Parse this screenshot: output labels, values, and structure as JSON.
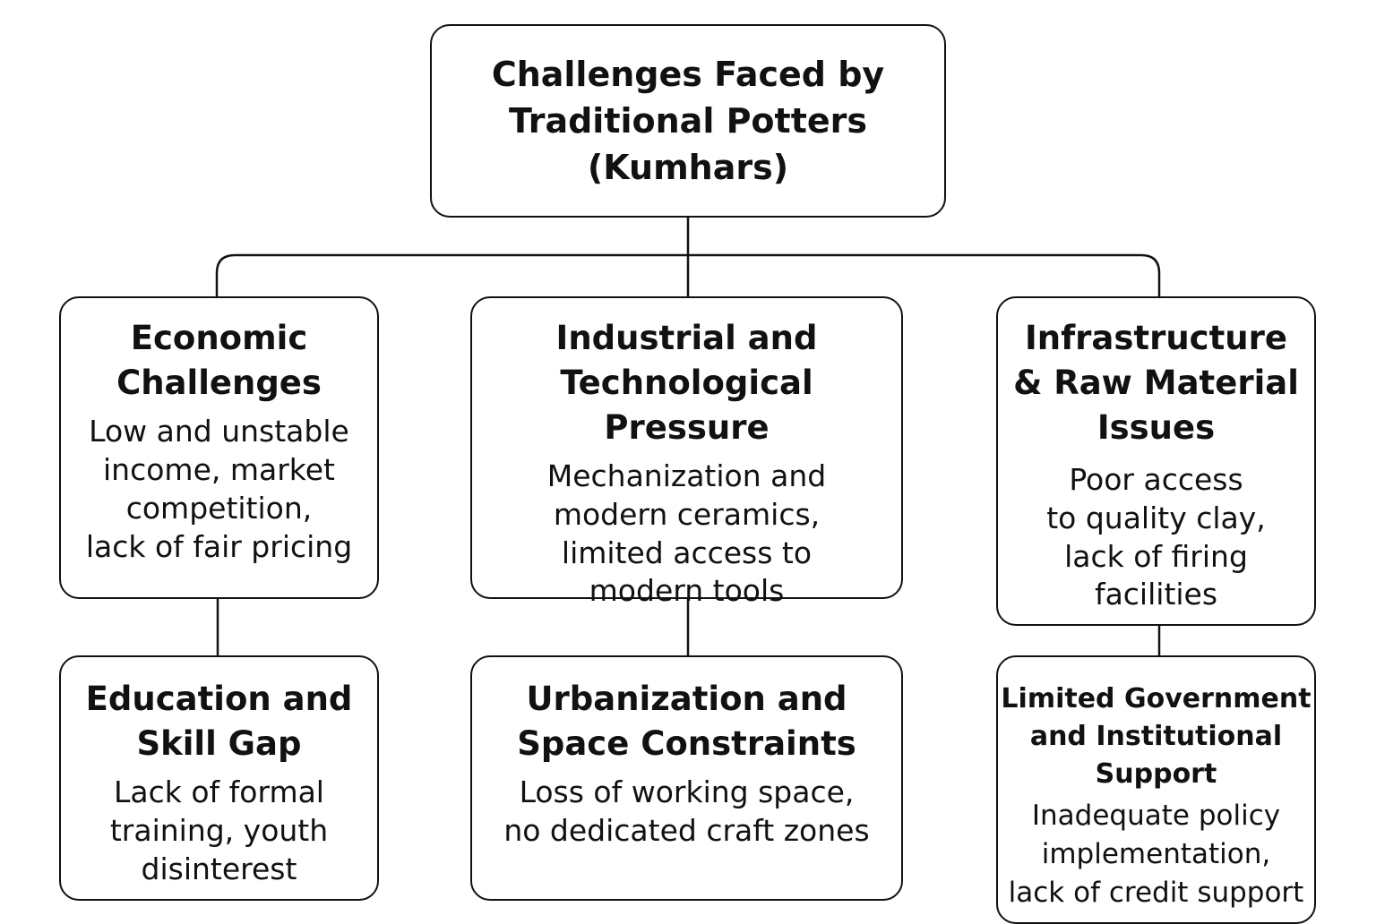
{
  "diagram": {
    "root": {
      "title": "Challenges Faced by\nTraditional Potters\n(Kumhars)"
    },
    "nodes": [
      {
        "id": "economic",
        "title": "Economic\nChallenges",
        "description": "Low and unstable\nincome, market\ncompetition,\nlack of fair pricing"
      },
      {
        "id": "industrial",
        "title": "Industrial and\nTechnological Pressure",
        "description": "Mechanization and\nmodern ceramics,\nlimited access to\nmodern tools"
      },
      {
        "id": "infra",
        "title": "Infrastructure\n& Raw Material\nIssues",
        "description": "Poor access\nto quality clay,\nlack of firing\nfacilities"
      },
      {
        "id": "education",
        "title": "Education and\nSkill Gap",
        "description": "Lack of formal\ntraining, youth\ndisinterest"
      },
      {
        "id": "urban",
        "title": "Urbanization and\nSpace Constraints",
        "description": "Loss of working space,\nno dedicated craft zones"
      },
      {
        "id": "support",
        "title": "Limited Government\nand Institutional\nSupport",
        "description": "Inadequate policy\nimplementation,\nlack of credit support"
      }
    ]
  }
}
